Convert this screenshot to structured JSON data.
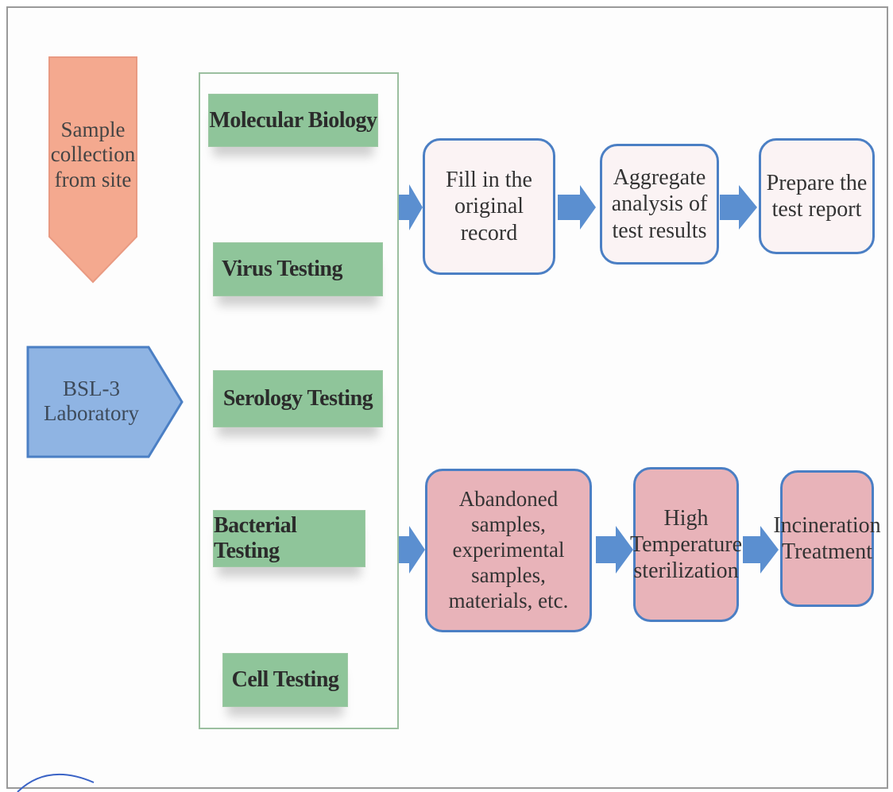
{
  "left": {
    "sample_collection": "Sample collection from site",
    "bsl3": "BSL-3 Laboratory"
  },
  "testing": [
    "Molecular Biology",
    "Virus Testing",
    "Serology Testing",
    "Bacterial Testing",
    "Cell Testing"
  ],
  "top_flow": [
    "Fill in the original record",
    "Aggregate analysis of test results",
    "Prepare the test report"
  ],
  "bottom_flow": [
    "Abandoned samples, experimental samples, materials, etc.",
    "High Temperature sterilization",
    "Incineration Treatment"
  ],
  "colors": {
    "sample_fill": "#f4a98f",
    "bsl_fill": "#8fb4e3",
    "testing_fill": "#8fc59a",
    "arrow_fill": "#5b8fd0",
    "box_border": "#4b7fc4",
    "pink_fill": "#e8b3b9"
  }
}
